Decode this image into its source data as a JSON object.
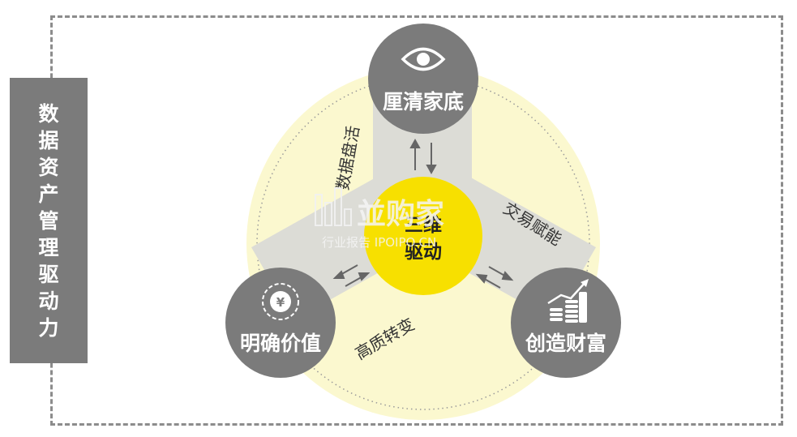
{
  "side_title": [
    "数",
    "据",
    "资",
    "产",
    "管",
    "理",
    "驱",
    "动",
    "力"
  ],
  "center": {
    "line1": "三维",
    "line2": "驱动"
  },
  "nodes": {
    "top": {
      "label": "厘清家底",
      "icon": "eye-icon"
    },
    "left": {
      "label": "明确价值",
      "icon": "yen-coin-icon"
    },
    "right": {
      "label": "创造财富",
      "icon": "coins-growth-chart-icon"
    }
  },
  "edges": {
    "top_left": "数据盘活",
    "top_right": "交易赋能",
    "bottom": "高质转变"
  },
  "watermark": {
    "main": "並购家",
    "sub": "行业报告 IPOIPO.CN"
  },
  "colors": {
    "accent_yellow": "#f7e000",
    "light_yellow": "#fbf8cf",
    "node_gray": "#7b7b7b",
    "band_gray": "#dcdcd6"
  }
}
